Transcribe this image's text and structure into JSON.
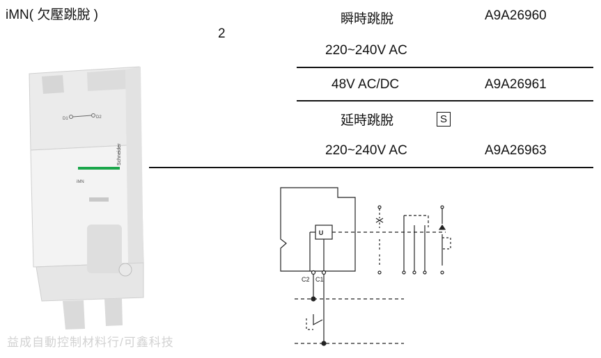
{
  "title": "iMN( 欠壓跳脫 )",
  "quantity": "2",
  "rows": [
    {
      "label": "瞬時跳脫",
      "ref": "A9A26960"
    },
    {
      "voltage": "220~240V AC"
    },
    {
      "voltage": "48V AC/DC",
      "ref": "A9A26961"
    },
    {
      "label": "延時跳脫",
      "badge": "S"
    },
    {
      "voltage": "220~240V AC",
      "ref": "A9A26963"
    }
  ],
  "device": {
    "terminal_left": "D1",
    "terminal_right": "D2",
    "brand": "Schneider",
    "model": "iMN"
  },
  "diagram": {
    "coil_label": "U",
    "terminal_left": "C2",
    "terminal_right": "C1"
  },
  "watermark": "益成自動控制材料行/可鑫科技"
}
